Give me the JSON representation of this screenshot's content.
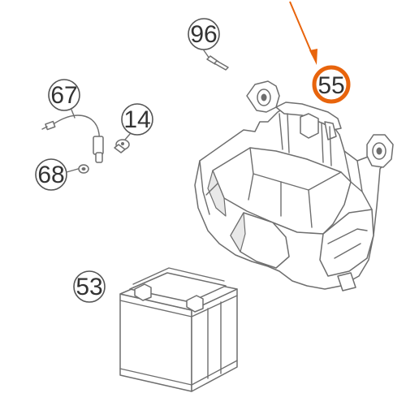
{
  "diagram": {
    "callouts": [
      {
        "id": "96",
        "label": "96"
      },
      {
        "id": "67",
        "label": "67"
      },
      {
        "id": "14",
        "label": "14"
      },
      {
        "id": "68",
        "label": "68"
      },
      {
        "id": "55",
        "label": "55",
        "highlighted": true
      },
      {
        "id": "53",
        "label": "53"
      }
    ],
    "colors": {
      "highlight": "#e8640c",
      "line": "#6e6e6e",
      "callout_text": "#333333"
    },
    "parts": [
      {
        "name": "bolt",
        "icon": "bolt-icon"
      },
      {
        "name": "cable",
        "icon": "cable-icon"
      },
      {
        "name": "screw",
        "icon": "screw-icon"
      },
      {
        "name": "washer",
        "icon": "washer-icon"
      },
      {
        "name": "battery-holder",
        "icon": "holder-icon"
      },
      {
        "name": "battery",
        "icon": "battery-icon"
      }
    ]
  }
}
